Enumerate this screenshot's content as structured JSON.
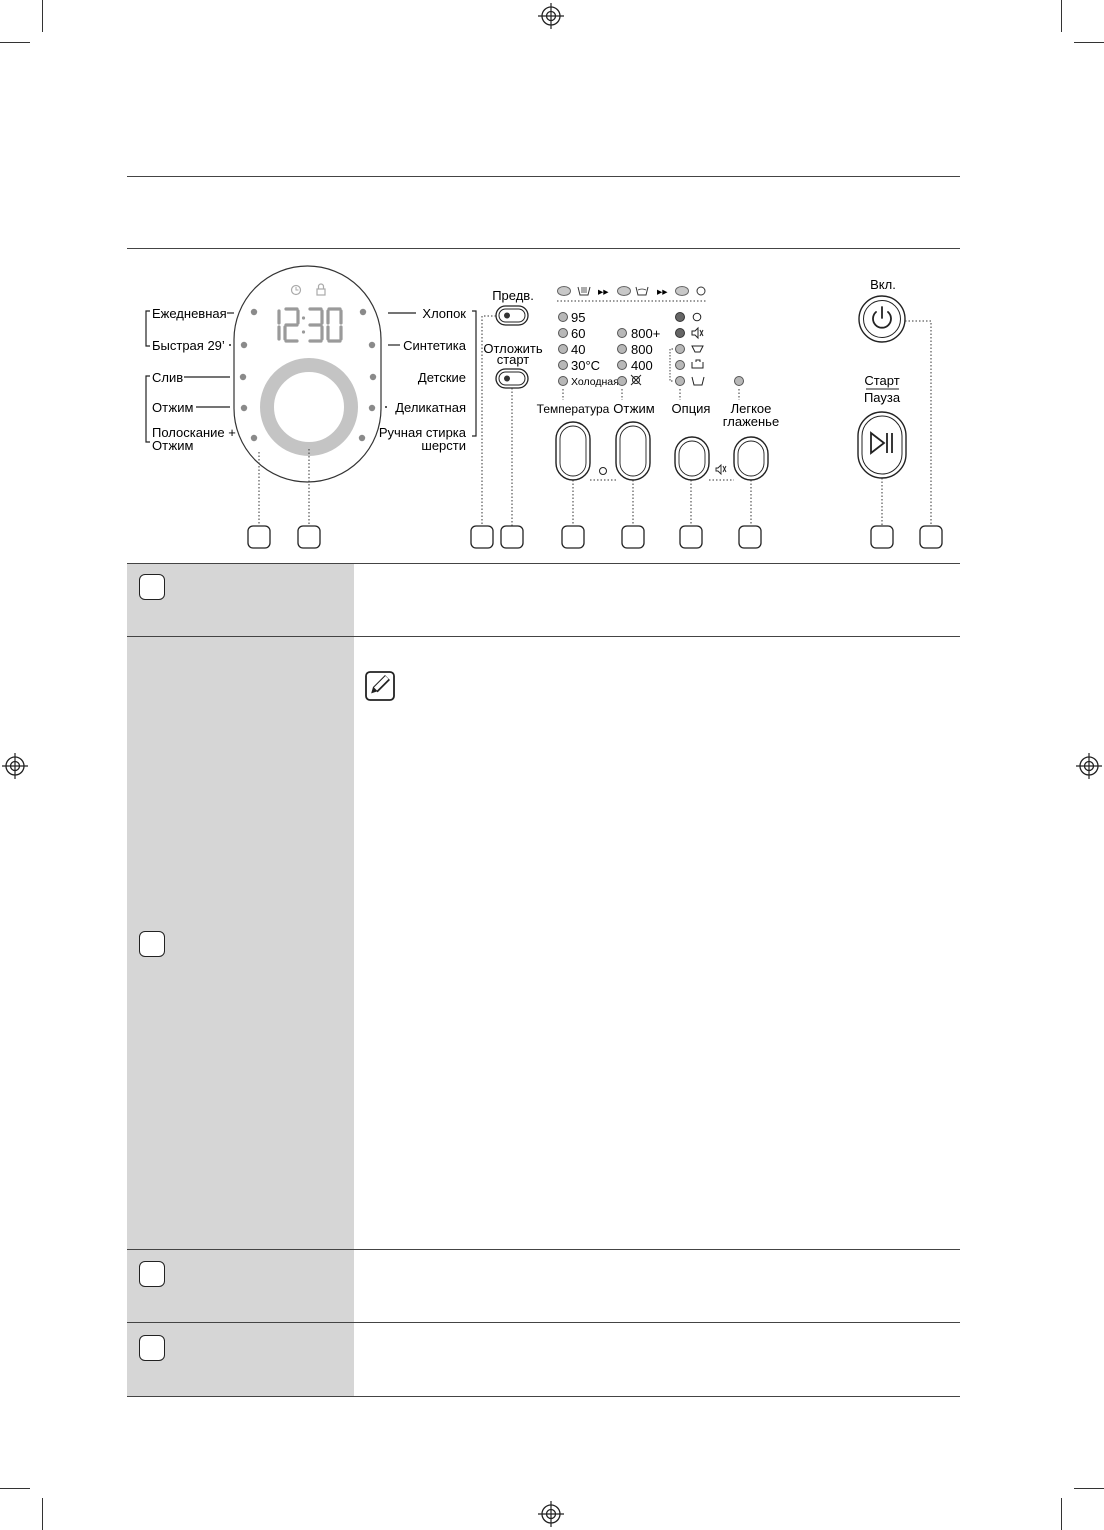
{
  "programs": {
    "left": [
      "Ежедневная",
      "Быстрая 29’",
      "Слив",
      "Отжим",
      "Полоскание +",
      "Отжим"
    ],
    "right": [
      "Хлопок",
      "Синтетика",
      "Детские",
      "Деликатная",
      "Ручная стирка",
      "шерсти"
    ]
  },
  "display": {
    "time": "12:30"
  },
  "buttons": {
    "prewash": "Предв.",
    "delay_line1": "Отложить",
    "delay_line2": "старт",
    "temperature": "Температура",
    "spin": "Отжим",
    "option": "Опция",
    "easy_iron_line1": "Легкое",
    "easy_iron_line2": "глаженье",
    "power": "Вкл.",
    "start": "Старт",
    "pause": "Пауза"
  },
  "temperature_levels": [
    "95",
    "60",
    "40",
    "30°C",
    "Холодная"
  ],
  "spin_levels": [
    "800+",
    "800",
    "400"
  ],
  "colors": {
    "panel_gray": "#d6d6d6",
    "led_gray": "#b8b8b8",
    "ring_gray": "#c4c4c4"
  },
  "icons": [
    "clock-icon",
    "lock-icon",
    "power-icon",
    "play-pause-icon",
    "note-pencil-icon",
    "registration-mark-icon"
  ]
}
